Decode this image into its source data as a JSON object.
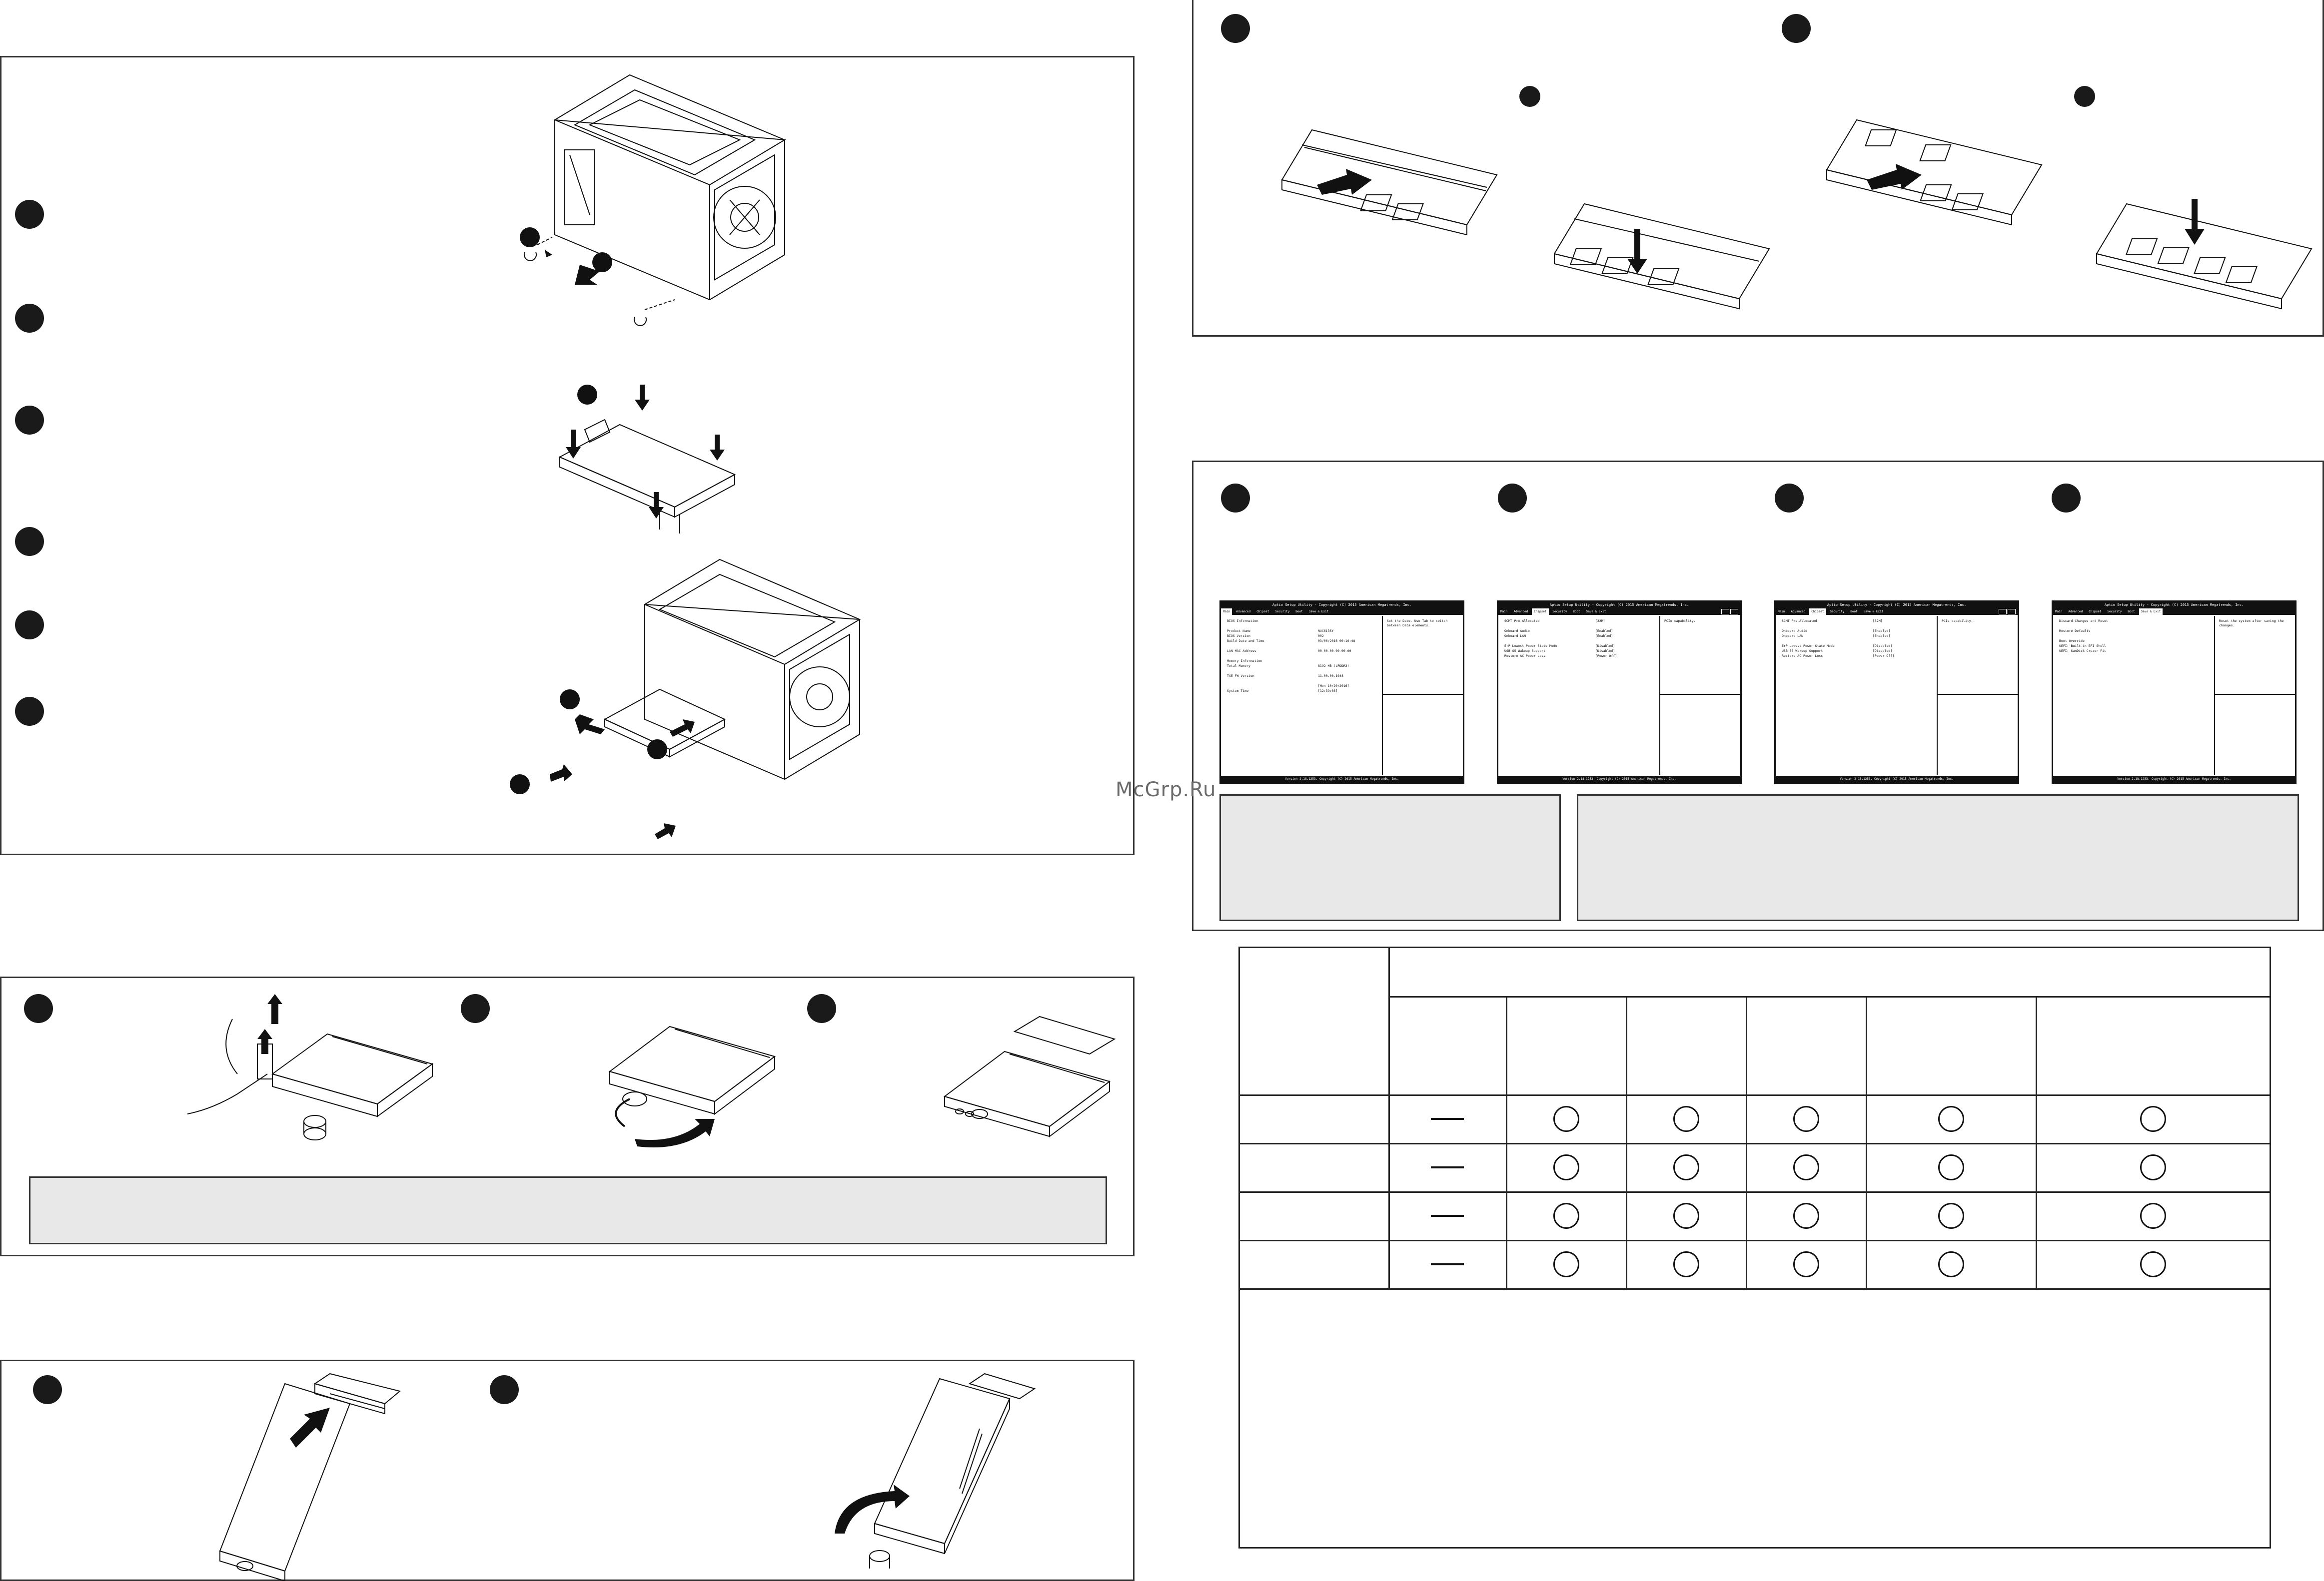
{
  "watermark": "McGrp.Ru",
  "bios_screens": [
    {
      "title": "Aptio Setup Utility - Copyright (C) 2015 American Megatrends, Inc.",
      "tabs": [
        {
          "label": "Main",
          "active": true
        },
        {
          "label": "Advanced"
        },
        {
          "label": "Chipset"
        },
        {
          "label": "Security"
        },
        {
          "label": "Boot"
        },
        {
          "label": "Save & Exit"
        }
      ],
      "rows": [
        {
          "label": "BIOS Information",
          "value": ""
        },
        {
          "label": "",
          "value": ""
        },
        {
          "label": "Product Name",
          "value": "NUC6i3SY"
        },
        {
          "label": "BIOS Version",
          "value": "002"
        },
        {
          "label": "Build Date and Time",
          "value": "03/06/2016 00:10:48"
        },
        {
          "label": "",
          "value": ""
        },
        {
          "label": "LAN MAC Address",
          "value": "00-00-00-00-00-00"
        },
        {
          "label": "",
          "value": ""
        },
        {
          "label": "Memory Information",
          "value": ""
        },
        {
          "label": "Total Memory",
          "value": "8192 MB (LPDDR3)"
        },
        {
          "label": "",
          "value": ""
        },
        {
          "label": "TXE FW Version",
          "value": "11.00.00.1048"
        },
        {
          "label": "",
          "value": ""
        },
        {
          "label": "",
          "value": "[Mon 10/20/2016]"
        },
        {
          "label": "System Time",
          "value": "[12:39:03]"
        }
      ],
      "help": "Set the Date. Use Tab to switch between Data elements.",
      "footer": "Version 2.18.1253. Copyright (C) 2015 American Megatrends, Inc."
    },
    {
      "title": "Aptio Setup Utility - Copyright (C) 2015 American Megatrends, Inc.",
      "tabs": [
        {
          "label": "Main"
        },
        {
          "label": "Advanced"
        },
        {
          "label": "Chipset",
          "active": true
        },
        {
          "label": "Security"
        },
        {
          "label": "Boot"
        },
        {
          "label": "Save & Exit"
        }
      ],
      "rows": [
        {
          "label": "SCMT Pre-Allocated",
          "value": "[32M]"
        },
        {
          "label": "",
          "value": ""
        },
        {
          "label": "Onboard Audio",
          "value": "[Enabled]"
        },
        {
          "label": "Onboard LAN",
          "value": "[Enabled]"
        },
        {
          "label": "",
          "value": ""
        },
        {
          "label": "ErP Lowest Power State Mode",
          "value": "[Disabled]"
        },
        {
          "label": "USB S5 Wakeup Support",
          "value": "[Disabled]"
        },
        {
          "label": "Restore AC Power Loss",
          "value": "[Power Off]"
        }
      ],
      "help": "PCIe capability.",
      "footer": "Version 2.18.1253. Copyright (C) 2015 American Megatrends, Inc."
    },
    {
      "title": "Aptio Setup Utility - Copyright (C) 2015 American Megatrends, Inc.",
      "tabs": [
        {
          "label": "Main"
        },
        {
          "label": "Advanced"
        },
        {
          "label": "Chipset",
          "active": true
        },
        {
          "label": "Security"
        },
        {
          "label": "Boot"
        },
        {
          "label": "Save & Exit"
        }
      ],
      "rows": [
        {
          "label": "SCMT Pre-Allocated",
          "value": "[32M]"
        },
        {
          "label": "",
          "value": ""
        },
        {
          "label": "Onboard Audio",
          "value": "[Enabled]"
        },
        {
          "label": "Onboard LAN",
          "value": "[Enabled]"
        },
        {
          "label": "",
          "value": ""
        },
        {
          "label": "ErP Lowest Power State Mode",
          "value": "[Disabled]"
        },
        {
          "label": "USB S5 Wakeup Support",
          "value": "[Disabled]"
        },
        {
          "label": "Restore AC Power Loss",
          "value": "[Power Off]"
        }
      ],
      "help": "PCIe capability.",
      "footer": "Version 2.18.1253. Copyright (C) 2015 American Megatrends, Inc."
    },
    {
      "title": "Aptio Setup Utility - Copyright (C) 2015 American Megatrends, Inc.",
      "tabs": [
        {
          "label": "Main"
        },
        {
          "label": "Advanced"
        },
        {
          "label": "Chipset"
        },
        {
          "label": "Security"
        },
        {
          "label": "Boot"
        },
        {
          "label": "Save & Exit",
          "active": true
        }
      ],
      "rows": [
        {
          "label": "Discard Changes and Reset",
          "value": ""
        },
        {
          "label": "",
          "value": ""
        },
        {
          "label": "Restore Defaults",
          "value": ""
        },
        {
          "label": "",
          "value": ""
        },
        {
          "label": "Boot Override",
          "value": ""
        },
        {
          "label": "UEFI: Built-in EFI Shell",
          "value": ""
        },
        {
          "label": "UEFI: SanDisk Cruzer Fit",
          "value": ""
        }
      ],
      "help": "Reset the system after saving the changes.",
      "footer": "Version 2.18.1253. Copyright (C) 2015 American Megatrends, Inc."
    }
  ],
  "compat_table": {
    "rows": [
      {
        "marks": [
          "dash",
          "circle",
          "circle",
          "circle",
          "circle",
          "circle"
        ]
      },
      {
        "marks": [
          "dash",
          "circle",
          "circle",
          "circle",
          "circle",
          "circle"
        ]
      },
      {
        "marks": [
          "dash",
          "circle",
          "circle",
          "circle",
          "circle",
          "circle"
        ]
      },
      {
        "marks": [
          "dash",
          "circle",
          "circle",
          "circle",
          "circle",
          "circle"
        ]
      }
    ]
  }
}
